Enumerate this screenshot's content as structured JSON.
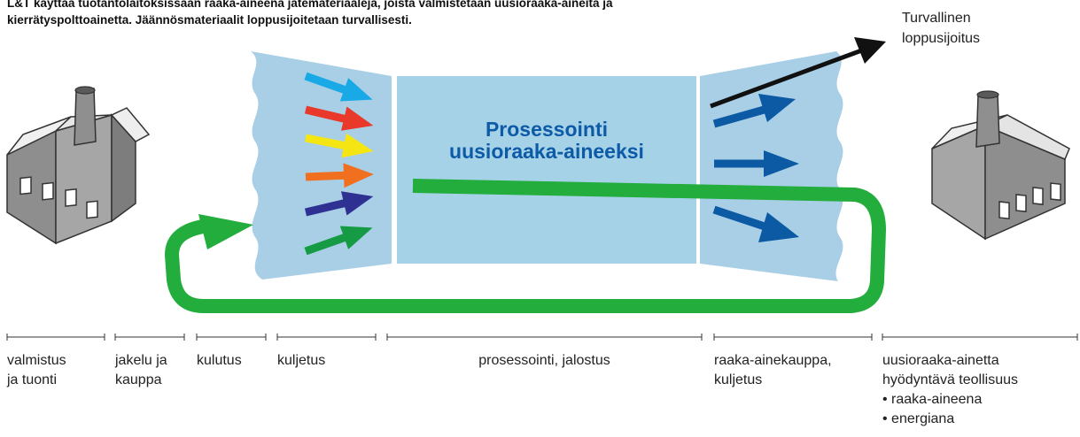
{
  "header": {
    "text": "L&T käyttää tuotantolaitoksissaan raaka-aineena jätemateriaaleja, joista valmistetaan uusioraaka-aineita ja kierrätyspolttoainetta. Jäännösmateriaalit loppusijoitetaan turvallisesti."
  },
  "process": {
    "title_line1": "Prosessointi",
    "title_line2": "uusioraaka-aineeksi"
  },
  "outputs": {
    "safe_disposal_line1": "Turvallinen",
    "safe_disposal_line2": "loppusijoitus"
  },
  "stages": [
    {
      "line1": "valmistus",
      "line2": "ja tuonti"
    },
    {
      "line1": "jakelu ja",
      "line2": "kauppa"
    },
    {
      "line1": "kulutus",
      "line2": ""
    },
    {
      "line1": "kuljetus",
      "line2": ""
    },
    {
      "line1": "prosessointi, jalostus",
      "line2": ""
    },
    {
      "line1": "raaka-ainekauppa,",
      "line2": "kuljetus"
    },
    {
      "line1": "uusioraaka-ainetta",
      "line2": "hyödyntävä teollisuus",
      "bullets": [
        "• raaka-aineena",
        "• energiana"
      ]
    }
  ],
  "colors": {
    "panel_light": "#a9cfe6",
    "panel_main": "#a6d2e8",
    "process_blue": "#0d5aa7",
    "loop_green": "#22ad3c",
    "output_blue": "#0b5aa3",
    "factory_gray": "#8f8f8f",
    "input_arrows": [
      "#19a9e6",
      "#e8392b",
      "#f5e613",
      "#f07020",
      "#2e3192",
      "#169b45"
    ]
  },
  "icons": [
    "factory-left-icon",
    "factory-right-icon",
    "recycle-loop-arrow-icon",
    "input-arrow-icon",
    "output-arrow-icon",
    "disposal-arrow-icon"
  ]
}
